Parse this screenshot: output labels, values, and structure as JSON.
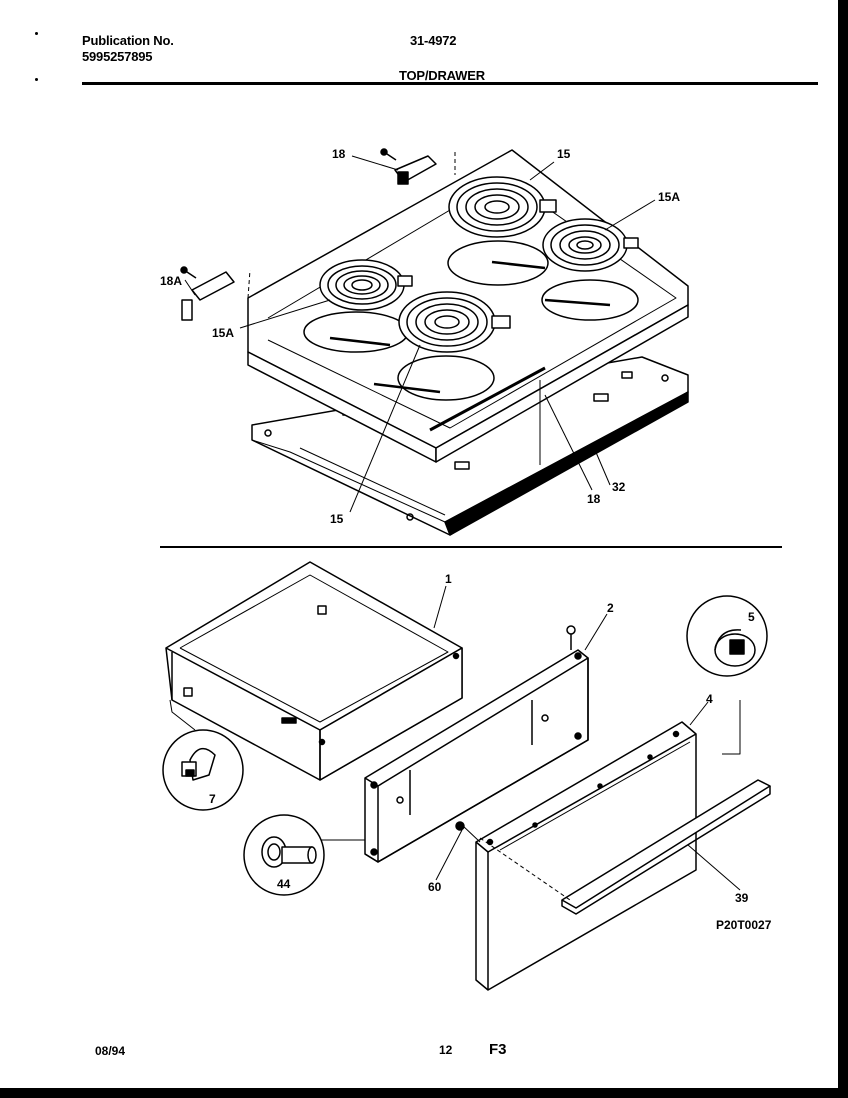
{
  "header": {
    "publication_label": "Publication No.",
    "publication_number": "5995257895",
    "model_number": "31-4972",
    "section_title": "TOP/DRAWER"
  },
  "callouts": {
    "top_handle_18": "18",
    "element_15_rear": "15",
    "element_15a_right": "15A",
    "handle_18a": "18A",
    "element_15a_left": "15A",
    "element_15_front": "15",
    "trim_18": "18",
    "part_32": "32",
    "drawer_1": "1",
    "drawer_front_2": "2",
    "detail_5": "5",
    "panel_4": "4",
    "detail_7": "7",
    "detail_44": "44",
    "screw_60": "60",
    "rail_39": "39"
  },
  "diagram_code": "P20T0027",
  "footer": {
    "date": "08/94",
    "page": "12",
    "code": "F3"
  },
  "colors": {
    "ink": "#000000",
    "paper": "#ffffff"
  }
}
